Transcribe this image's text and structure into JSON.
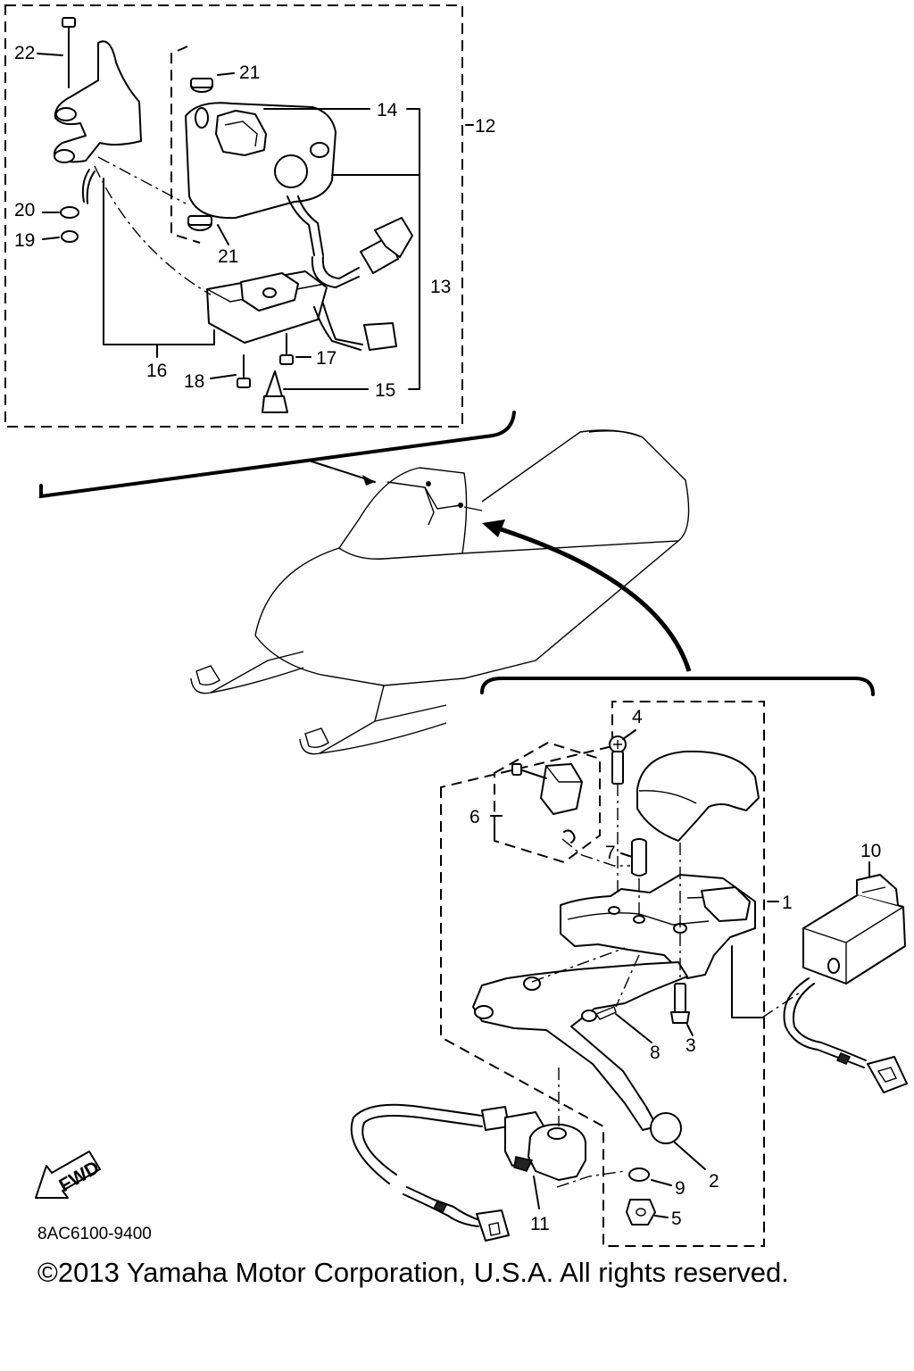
{
  "callouts": {
    "c1": "1",
    "c2": "2",
    "c3": "3",
    "c4": "4",
    "c5": "5",
    "c6": "6",
    "c7": "7",
    "c8": "8",
    "c9": "9",
    "c10": "10",
    "c11": "11",
    "c12": "12",
    "c13": "13",
    "c14": "14",
    "c15": "15",
    "c16": "16",
    "c17": "17",
    "c18": "18",
    "c19": "19",
    "c20": "20",
    "c21a": "21",
    "c21b": "21",
    "c22": "22"
  },
  "fwd_label": "FWD",
  "drawing_code": "8AC6100-9400",
  "copyright": "©2013 Yamaha Motor Corporation, U.S.A. All rights reserved."
}
